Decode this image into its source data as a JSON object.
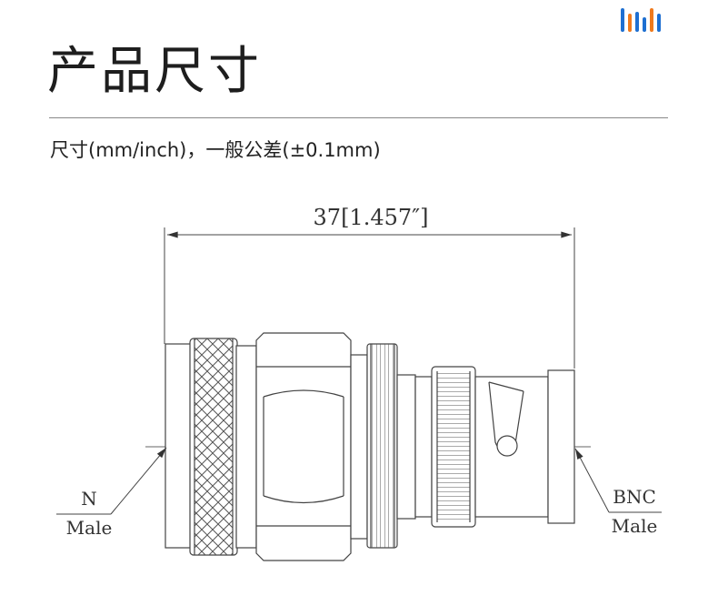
{
  "header": {
    "title": "产品尺寸",
    "subtitle": "尺寸(mm/inch)，一般公差(±0.1mm)",
    "logo_colors": [
      "#1e6fd1",
      "#f07a1c",
      "#1e6fd1",
      "#1e6fd1",
      "#f07a1c",
      "#1e6fd1"
    ]
  },
  "drawing": {
    "overall_dimension": "37[1.457″]",
    "left_connector": {
      "line1": "N",
      "line2": "Male"
    },
    "right_connector": {
      "line1": "BNC",
      "line2": "Male"
    }
  }
}
